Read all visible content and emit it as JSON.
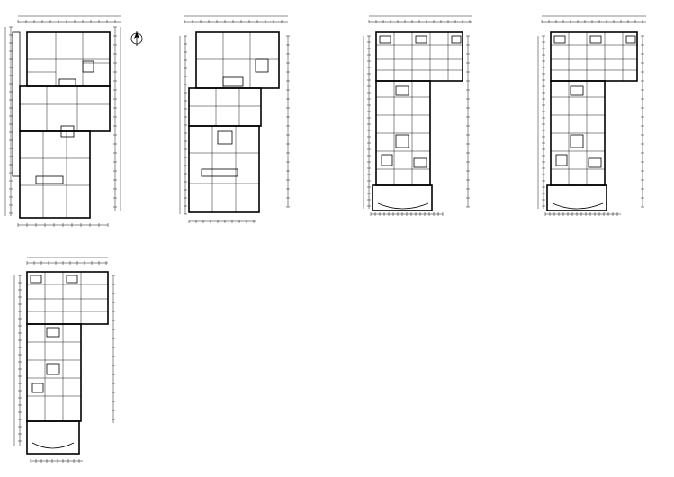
{
  "drawing": {
    "north_symbol": "north-arrow-icon",
    "sheets": [
      {
        "name": "plan-1",
        "caption": ""
      },
      {
        "name": "plan-2",
        "caption": ""
      },
      {
        "name": "plan-3",
        "caption": ""
      },
      {
        "name": "plan-4",
        "caption": ""
      },
      {
        "name": "plan-5",
        "caption": ""
      }
    ]
  },
  "colors": {
    "ink": "#000000",
    "paper": "#ffffff"
  }
}
